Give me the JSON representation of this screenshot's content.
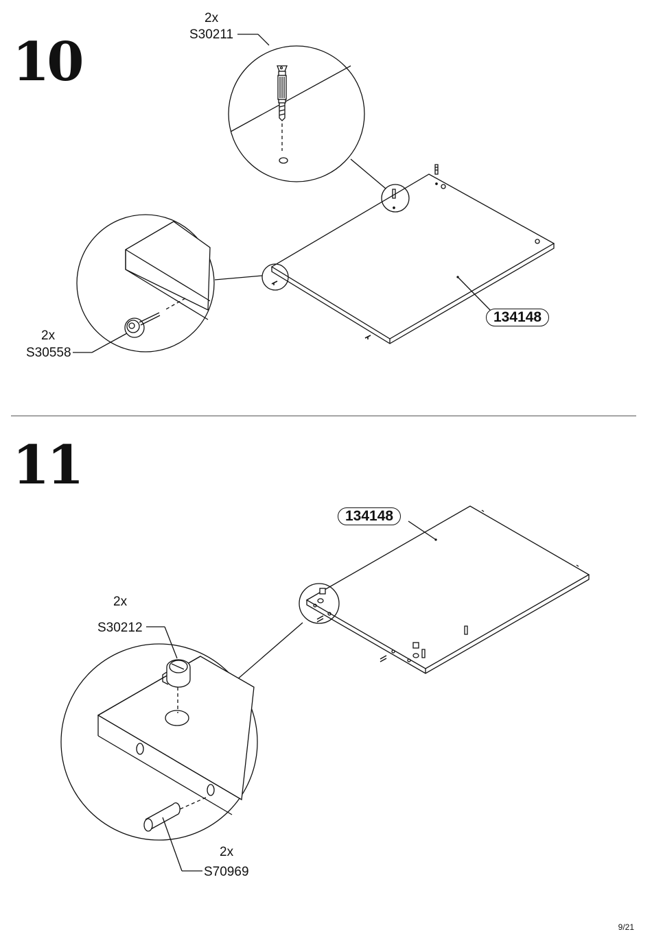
{
  "steps": [
    {
      "number": "10",
      "parts": [
        {
          "qty": "2x",
          "code": "S30211"
        },
        {
          "qty": "2x",
          "code": "S30558"
        }
      ],
      "panel": "134148"
    },
    {
      "number": "11",
      "parts": [
        {
          "qty": "2x",
          "code": "S30212"
        },
        {
          "qty": "2x",
          "code": "S70969"
        }
      ],
      "panel": "134148"
    }
  ],
  "page": "9/21"
}
